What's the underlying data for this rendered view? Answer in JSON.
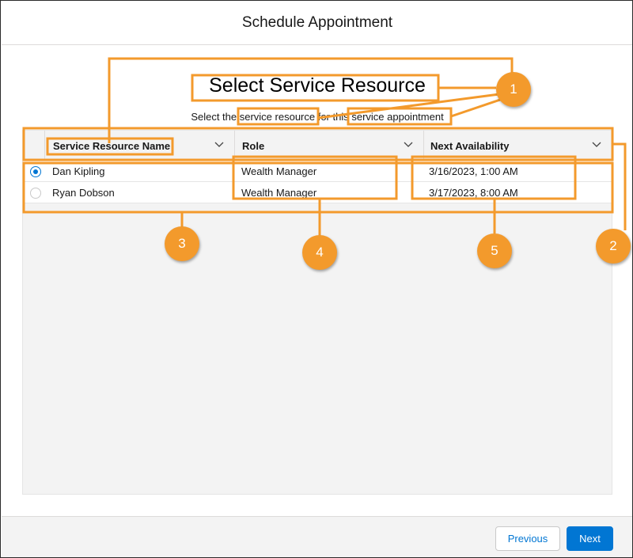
{
  "modal": {
    "title": "Schedule Appointment"
  },
  "page": {
    "title": "Select Service Resource",
    "subtitle": "Select the service resource for this service appointment"
  },
  "table": {
    "columns": [
      {
        "label": "Service Resource Name"
      },
      {
        "label": "Role"
      },
      {
        "label": "Next Availability"
      }
    ],
    "rows": [
      {
        "selected": true,
        "name": "Dan Kipling",
        "role": "Wealth Manager",
        "availability": "3/16/2023, 1:00 AM"
      },
      {
        "selected": false,
        "name": "Ryan Dobson",
        "role": "Wealth Manager",
        "availability": "3/17/2023, 8:00 AM"
      }
    ]
  },
  "footer": {
    "previous_label": "Previous",
    "next_label": "Next"
  },
  "callouts": {
    "badges": [
      "1",
      "2",
      "3",
      "4",
      "5"
    ],
    "color": "#f39a2c"
  },
  "colors": {
    "brand": "#0176d3",
    "annotation": "#f39a2c"
  }
}
